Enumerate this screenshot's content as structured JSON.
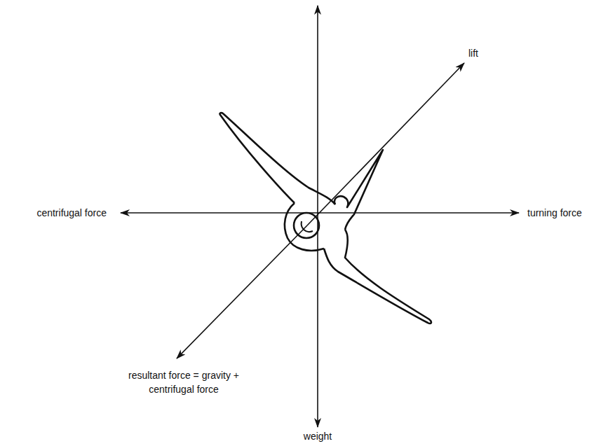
{
  "diagram": {
    "labels": [
      "lift",
      "centrifugal force",
      "turning force",
      "resultant force = gravity + centrifugal force",
      "weight"
    ]
  }
}
